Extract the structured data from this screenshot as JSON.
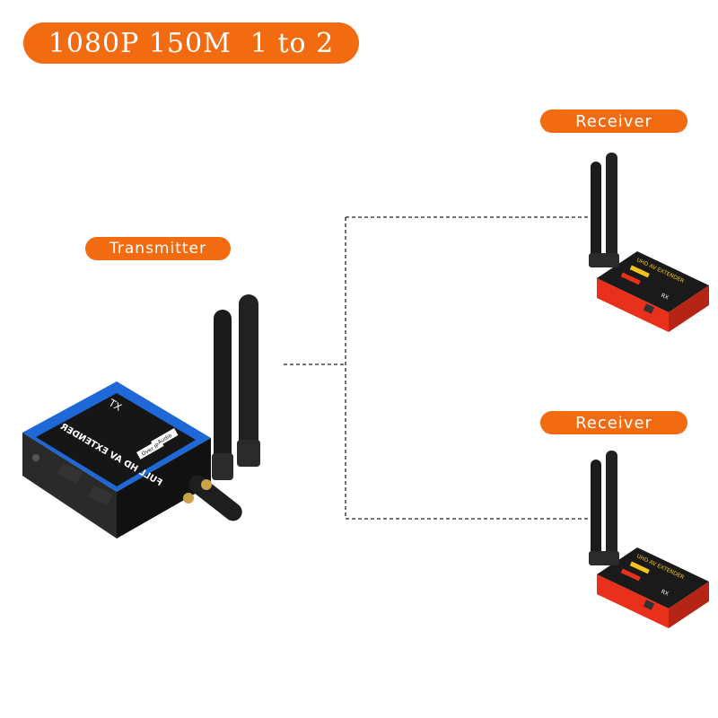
{
  "title": "1080P 150M  1 to 2",
  "transmitter": {
    "label": "Transmitter",
    "device_text": "FULL HD AV EXTENDER",
    "badge": "TX",
    "tag_audio": "Audio",
    "tag_ir": "Over IP"
  },
  "receivers": [
    {
      "label": "Receiver",
      "device_text": "UHD AV EXTENDER",
      "badge": "RX"
    },
    {
      "label": "Receiver",
      "device_text": "UHD AV EXTENDER",
      "badge": "RX"
    }
  ],
  "colors": {
    "accent": "#f26b10",
    "tx_body": "#1e68d8",
    "rx_body": "#e8301c",
    "device_dark": "#1c1c1c",
    "connector": "#222222"
  }
}
